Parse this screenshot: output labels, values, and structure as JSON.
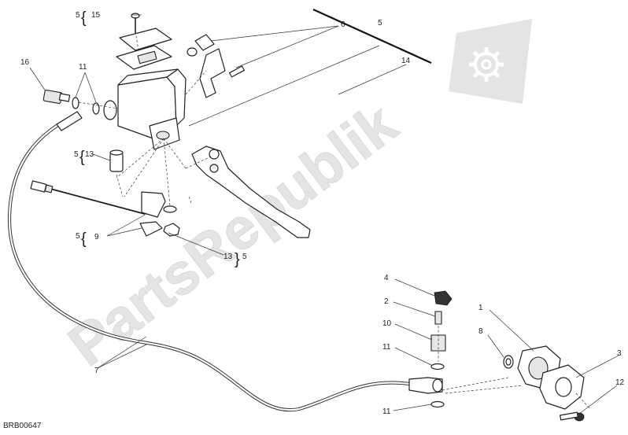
{
  "drawing": {
    "code": "BRB00647",
    "watermark_text": "PartsRepublik",
    "watermark_icon": "gear-icon",
    "group_number": "5",
    "callouts": {
      "c15": "15",
      "c6": "6",
      "c5_bar": "5",
      "c14": "14",
      "c16": "16",
      "c11_top": "11",
      "c13": "13",
      "c9": "9",
      "c13_right": "13",
      "c4": "4",
      "c2": "2",
      "c10": "10",
      "c11_mid": "11",
      "c11_bot": "11",
      "c1": "1",
      "c8": "8",
      "c3": "3",
      "c12": "12",
      "c7": "7"
    },
    "group_refs": {
      "g15": "5",
      "g13": "5",
      "g9": "5",
      "g13_right": "5"
    }
  }
}
